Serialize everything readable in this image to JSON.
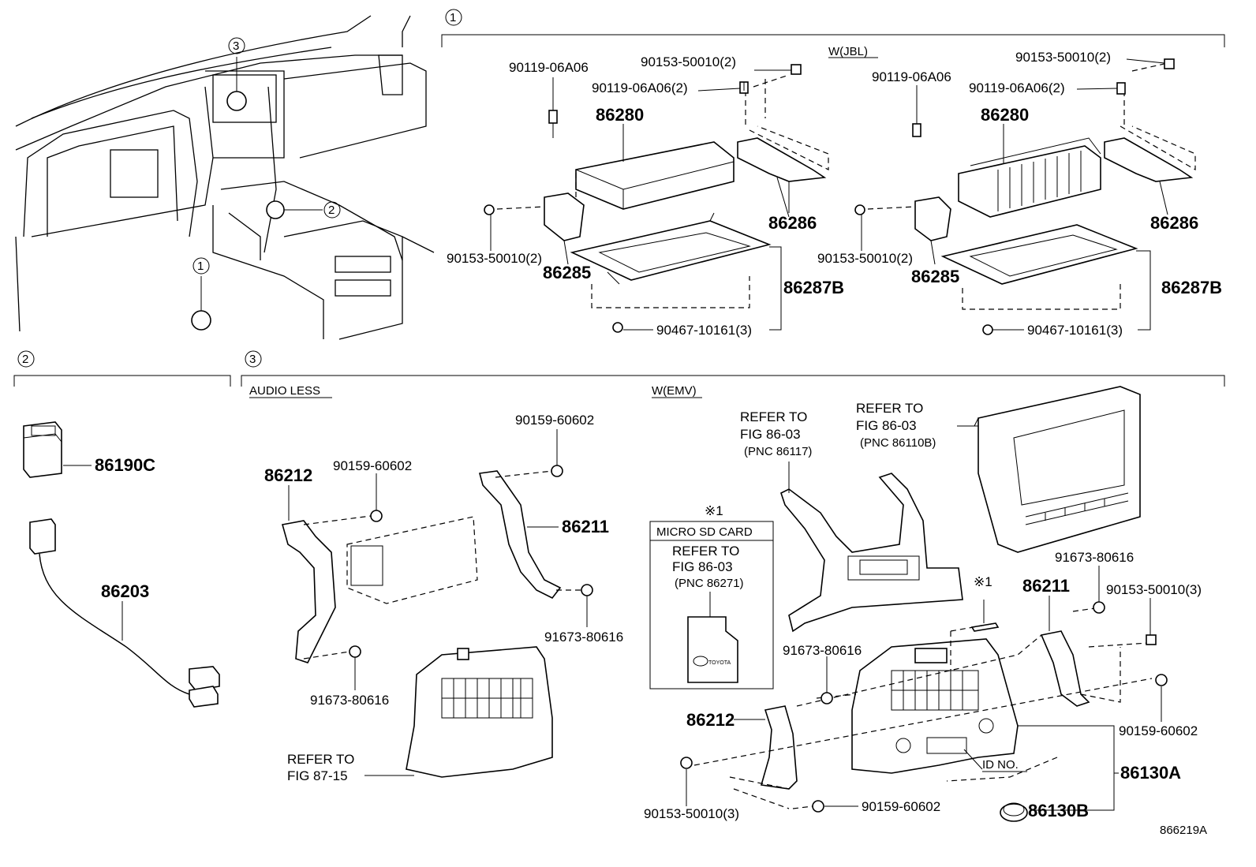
{
  "markers": {
    "m1": "1",
    "m2": "2",
    "m3": "3"
  },
  "sections": {
    "jbl_label": "W(JBL)",
    "audio_less_label": "AUDIO LESS",
    "emv_label": "W(EMV)"
  },
  "jbl_left": {
    "p90119_06A06": "90119-06A06",
    "p90153_50010_2_top": "90153-50010(2)",
    "p90119_06A06_2": "90119-06A06(2)",
    "p86280": "86280",
    "p86286": "86286",
    "p90153_50010_2_bottom": "90153-50010(2)",
    "p86285": "86285",
    "p86287B": "86287B",
    "p90467_10161_3": "90467-10161(3)"
  },
  "jbl_right": {
    "p90119_06A06": "90119-06A06",
    "p90153_50010_2_top": "90153-50010(2)",
    "p90119_06A06_2": "90119-06A06(2)",
    "p86280": "86280",
    "p86286": "86286",
    "p90153_50010_2_bottom": "90153-50010(2)",
    "p86285": "86285",
    "p86287B": "86287B",
    "p90467_10161_3": "90467-10161(3)"
  },
  "section2": {
    "p86190C": "86190C",
    "p86203": "86203"
  },
  "audio_less": {
    "p90159_60602_top": "90159-60602",
    "p86212": "86212",
    "p90159_60602_mid": "90159-60602",
    "p86211": "86211",
    "p91673_80616_right": "91673-80616",
    "p91673_80616_left": "91673-80616",
    "refer_line1": "REFER TO",
    "refer_line2": "FIG 87-15"
  },
  "micro_sd": {
    "note": "※1",
    "title": "MICRO SD CARD",
    "refer_line1": "REFER TO",
    "refer_line2": "FIG 86-03",
    "refer_line3": "(PNC 86271)",
    "card_brand": "TOYOTA"
  },
  "emv": {
    "refer_a_line1": "REFER TO",
    "refer_a_line2": "FIG 86-03",
    "refer_a_line3": "(PNC 86117)",
    "refer_b_line1": "REFER TO",
    "refer_b_line2": "FIG 86-03",
    "refer_b_line3": "(PNC 86110B)",
    "p91673_80616_top": "91673-80616",
    "note": "※1",
    "p86211": "86211",
    "p90153_50010_3_right": "90153-50010(3)",
    "p91673_80616_left": "91673-80616",
    "p86212": "86212",
    "p90159_60602_right": "90159-60602",
    "id_no": "ID NO.",
    "p86130A": "86130A",
    "p90153_50010_3_left": "90153-50010(3)",
    "p90159_60602_bottom": "90159-60602",
    "p86130B": "86130B"
  },
  "figure_id": "866219A"
}
